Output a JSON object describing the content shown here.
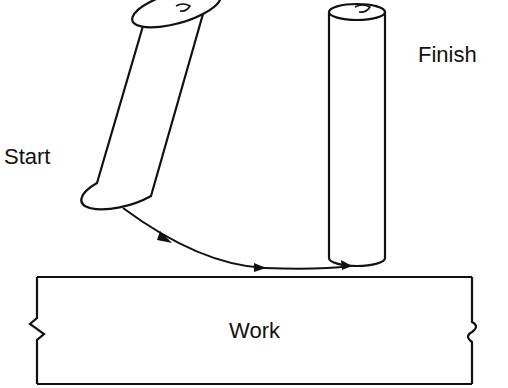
{
  "diagram": {
    "nodes": [
      {
        "text": [
          "Work"
        ]
      }
    ],
    "labels": [
      "Start",
      "Finish"
    ]
  }
}
